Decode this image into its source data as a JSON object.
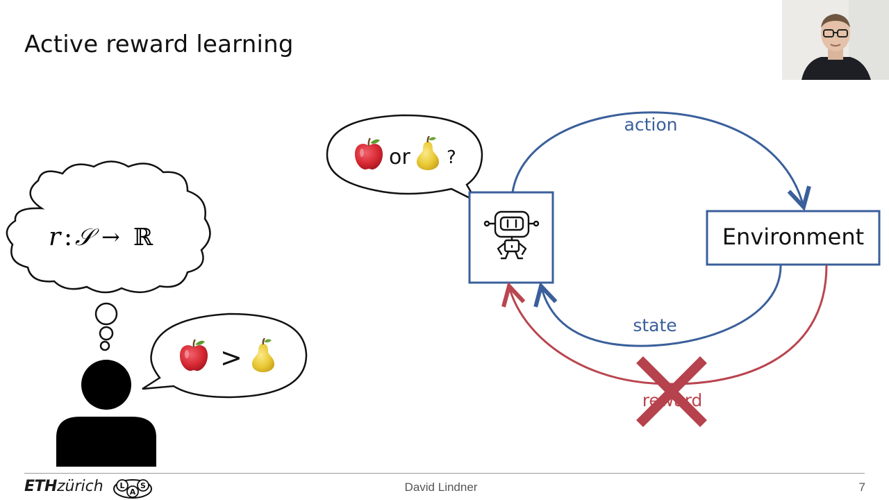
{
  "slide": {
    "title": "Active reward learning",
    "page_number": "7",
    "author": "David Lindner"
  },
  "footer": {
    "eth_bold": "ETH",
    "eth_rest": "zürich",
    "lab_letters": [
      "L",
      "A",
      "S"
    ]
  },
  "thought": {
    "formula_r": "r",
    "formula_colon": ":",
    "formula_S": "𝒮",
    "formula_arrow": "→",
    "formula_R": "ℝ"
  },
  "human_speech": {
    "comparison": ">"
  },
  "robot_speech": {
    "or_text": "or",
    "question": "?"
  },
  "diagram": {
    "environment_label": "Environment",
    "action_label": "action",
    "state_label": "state",
    "reward_label": "reward",
    "colors": {
      "blue": "#3a5f9b",
      "red": "#b9454f",
      "cross": "#b5424c"
    }
  },
  "icons": {
    "apple": "apple-icon",
    "pear": "pear-icon",
    "robot": "robot-icon",
    "person": "person-icon",
    "cross": "cross-icon"
  }
}
